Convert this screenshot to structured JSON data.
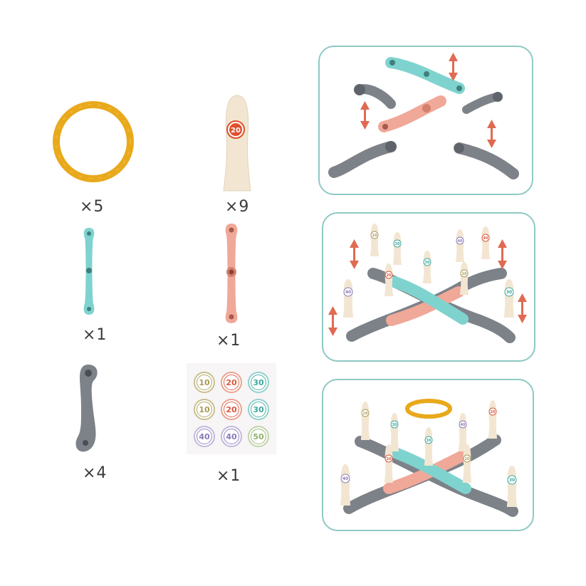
{
  "parts": {
    "ring": {
      "qty": "×5",
      "color": "#e9a91c",
      "icon": "ring-icon"
    },
    "pin": {
      "qty": "×9",
      "color": "#f2e6d2",
      "badge": "20",
      "badge_color": "#e0502e",
      "icon": "bowling-pin-icon"
    },
    "teal_bar": {
      "qty": "×1",
      "color": "#7fd3cf",
      "icon": "teal-connector-bar-icon"
    },
    "pink_bar": {
      "qty": "×1",
      "color": "#f0a898",
      "icon": "pink-connector-bar-icon"
    },
    "gray_leg": {
      "qty": "×4",
      "color": "#7d8289",
      "icon": "gray-leg-icon"
    },
    "stickers": {
      "qty": "×1",
      "rows": [
        [
          {
            "label": "10",
            "color": "#a99a58"
          },
          {
            "label": "20",
            "color": "#d9553a"
          },
          {
            "label": "30",
            "color": "#3aa89d"
          }
        ],
        [
          {
            "label": "10",
            "color": "#a99a58"
          },
          {
            "label": "20",
            "color": "#d9553a"
          },
          {
            "label": "30",
            "color": "#3aa89d"
          }
        ],
        [
          {
            "label": "40",
            "color": "#8a79b8"
          },
          {
            "label": "40",
            "color": "#8a79b8"
          },
          {
            "label": "50",
            "color": "#8fae6a"
          }
        ]
      ]
    }
  },
  "panels": {
    "step1": {
      "arrow_color": "#e06a52"
    },
    "step2": {
      "pins": [
        "10",
        "30",
        "40",
        "20",
        "40",
        "30",
        "10",
        "40",
        "30"
      ]
    },
    "step3": {
      "pins": [
        "10",
        "30",
        "30",
        "40",
        "20",
        "20",
        "10",
        "40",
        "30"
      ]
    }
  }
}
